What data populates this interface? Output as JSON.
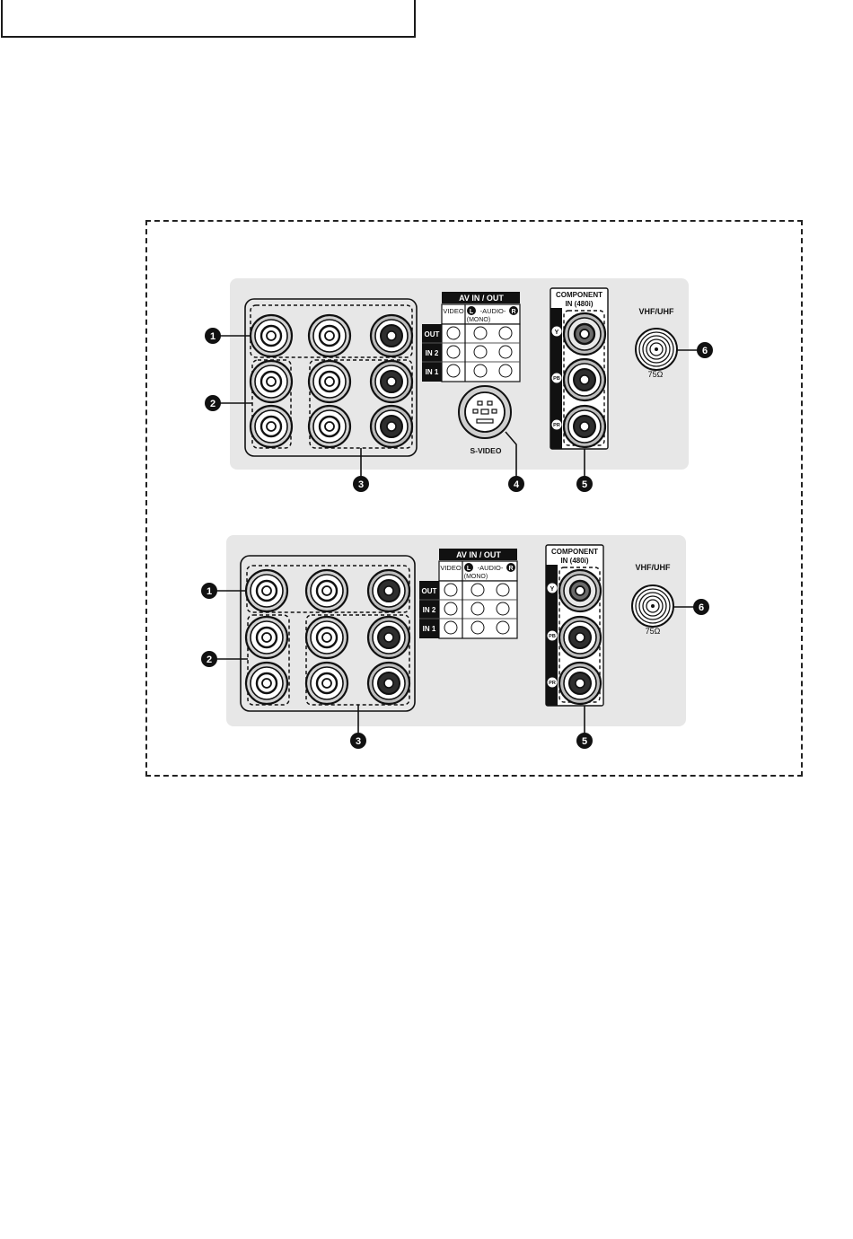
{
  "panels": [
    {
      "id": "top",
      "av_title": "AV IN / OUT",
      "av_header_video": "VIDEO",
      "av_header_audio": "-AUDIO-",
      "av_header_mono": "(MONO)",
      "av_left_symbol": "L",
      "av_right_symbol": "R",
      "av_rows": [
        "OUT",
        "IN 2",
        "IN 1"
      ],
      "component_title_1": "COMPONENT",
      "component_title_2": "IN (480i)",
      "component_symbols": [
        "Y",
        "PB",
        "PR"
      ],
      "antenna_label": "VHF/UHF",
      "antenna_ohm": "75Ω",
      "svideo_label": "S-VIDEO",
      "callouts": [
        "1",
        "2",
        "3",
        "4",
        "5",
        "6"
      ]
    },
    {
      "id": "bottom",
      "av_title": "AV IN / OUT",
      "av_header_video": "VIDEO",
      "av_header_audio": "-AUDIO-",
      "av_header_mono": "(MONO)",
      "av_left_symbol": "L",
      "av_right_symbol": "R",
      "av_rows": [
        "OUT",
        "IN 2",
        "IN 1"
      ],
      "component_title_1": "COMPONENT",
      "component_title_2": "IN (480i)",
      "component_symbols": [
        "Y",
        "PB",
        "PR"
      ],
      "antenna_label": "VHF/UHF",
      "antenna_ohm": "75Ω",
      "callouts": [
        "1",
        "2",
        "3",
        "5",
        "6"
      ]
    }
  ]
}
